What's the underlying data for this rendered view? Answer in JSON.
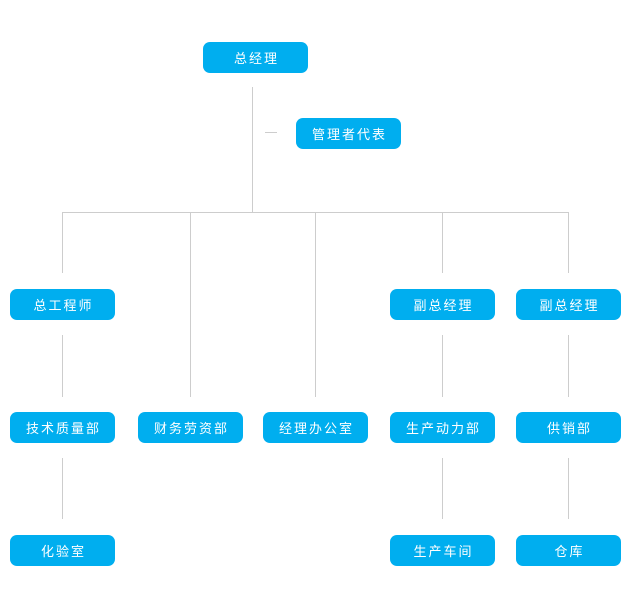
{
  "chart": {
    "type": "org-chart",
    "colors": {
      "node_background": "#00AEEF",
      "node_text": "#FFFFFF",
      "connector": "#CDCDCD",
      "background": "#FFFFFF"
    },
    "nodes": [
      {
        "id": "general-manager",
        "label": "总经理",
        "level": 1,
        "parent": null
      },
      {
        "id": "management-representative",
        "label": "管理者代表",
        "level": 2,
        "parent": "general-manager"
      },
      {
        "id": "chief-engineer",
        "label": "总工程师",
        "level": 3,
        "parent": "general-manager"
      },
      {
        "id": "deputy-general-manager-1",
        "label": "副总经理",
        "level": 3,
        "parent": "general-manager"
      },
      {
        "id": "deputy-general-manager-2",
        "label": "副总经理",
        "level": 3,
        "parent": "general-manager"
      },
      {
        "id": "technical-quality-dept",
        "label": "技术质量部",
        "level": 4,
        "parent": "chief-engineer"
      },
      {
        "id": "finance-labor-dept",
        "label": "财务劳资部",
        "level": 4,
        "parent": "general-manager"
      },
      {
        "id": "manager-office",
        "label": "经理办公室",
        "level": 4,
        "parent": "general-manager"
      },
      {
        "id": "production-power-dept",
        "label": "生产动力部",
        "level": 4,
        "parent": "deputy-general-manager-1"
      },
      {
        "id": "supply-marketing-dept",
        "label": "供销部",
        "level": 4,
        "parent": "deputy-general-manager-2"
      },
      {
        "id": "laboratory",
        "label": "化验室",
        "level": 5,
        "parent": "technical-quality-dept"
      },
      {
        "id": "production-workshop",
        "label": "生产车间",
        "level": 5,
        "parent": "production-power-dept"
      },
      {
        "id": "warehouse",
        "label": "仓库",
        "level": 5,
        "parent": "supply-marketing-dept"
      }
    ]
  }
}
